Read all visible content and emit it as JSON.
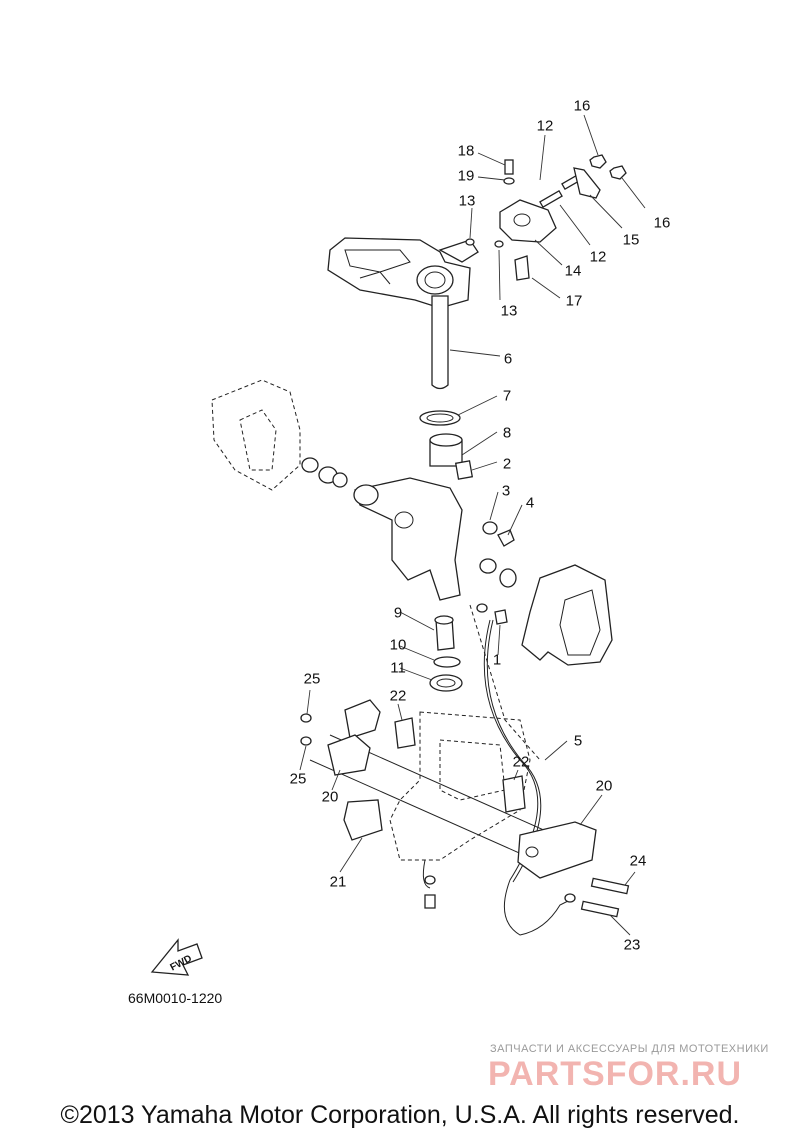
{
  "diagram": {
    "callouts": [
      "16",
      "12",
      "18",
      "19",
      "13",
      "16",
      "15",
      "12",
      "14",
      "13",
      "17",
      "6",
      "7",
      "8",
      "2",
      "3",
      "4",
      "9",
      "1",
      "10",
      "11",
      "25",
      "22",
      "5",
      "22",
      "25",
      "20",
      "20",
      "24",
      "21",
      "23"
    ],
    "fwd_label": "FWD",
    "diagram_code": "66M0010-1220"
  },
  "watermark": {
    "subtitle": "ЗАПЧАСТИ И АКСЕССУАРЫ ДЛЯ МОТОТЕХНИКИ",
    "logo_text": "PARTSFOR.RU"
  },
  "footer": {
    "copyright": "©2013 Yamaha Motor Corporation, U.S.A. All rights reserved."
  }
}
